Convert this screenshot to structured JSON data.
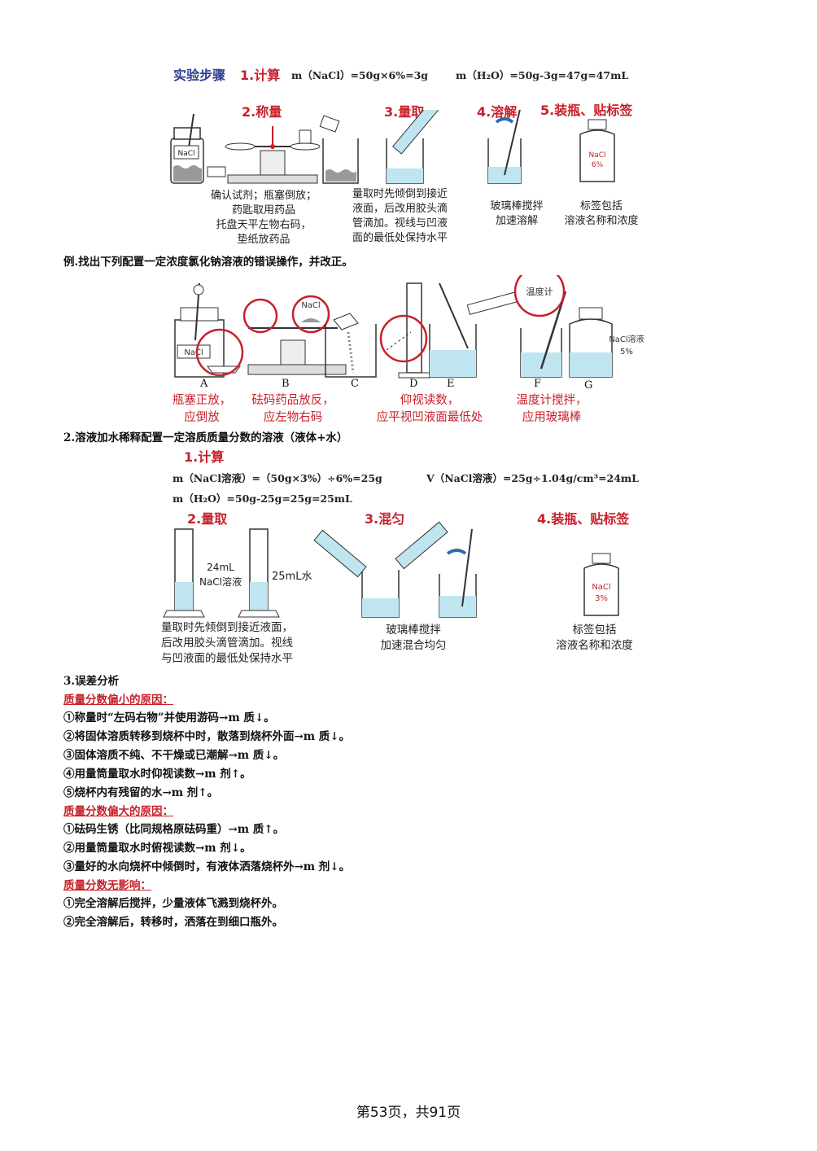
{
  "section1": {
    "title": "实验步骤",
    "steps": {
      "calc": "1.计算",
      "weigh": "2.称量",
      "measure": "3.量取",
      "dissolve": "4.溶解",
      "bottle": "5.装瓶、贴标签"
    },
    "eq_nacl": "m（NaCl）=50g×6%=3g",
    "eq_h2o": "m（H₂O）=50g-3g=47g=47mL",
    "reagent_label": "NaCl",
    "bottle_label": [
      "NaCl",
      "6%"
    ],
    "weigh_caption": [
      "确认试剂；瓶塞倒放；",
      "药匙取用药品",
      "托盘天平左物右码，",
      "垫纸放药品"
    ],
    "measure_caption": [
      "量取时先倾倒到接近",
      "液面，后改用胶头滴",
      "管滴加。视线与凹液",
      "面的最低处保持水平"
    ],
    "dissolve_caption": [
      "玻璃棒搅拌",
      "加速溶解"
    ],
    "bottle_caption": [
      "标签包括",
      "溶液名称和浓度"
    ]
  },
  "example": {
    "title": "例.找出下列配置一定浓度氯化钠溶液的错误操作，并改正。",
    "letters": [
      "A",
      "B",
      "C",
      "D",
      "E",
      "F",
      "G"
    ],
    "nacl_label": "NaCl",
    "thermo_label": "温度计",
    "bottle_label": "NaCl溶液",
    "bottle_pct": "5%",
    "fix_a": [
      "瓶塞正放，",
      "应倒放"
    ],
    "fix_b": [
      "砝码药品放反，",
      "应左物右码"
    ],
    "fix_d": [
      "仰视读数，",
      "应平视凹液面最低处"
    ],
    "fix_f": [
      "温度计搅拌，",
      "应用玻璃棒"
    ]
  },
  "section2": {
    "title": "2.溶液加水稀释配置一定溶质质量分数的溶液（液体+水）",
    "calc": "1.计算",
    "eq1": "m（NaCl溶液）=（50g×3%）÷6%=25g",
    "eq2": "V（NaCl溶液）=25g÷1.04g/cm³=24mL",
    "eq3": "m（H₂O）=50g-25g=25g=25mL",
    "measure": "2.量取",
    "mix": "3.混匀",
    "bottle": "4.装瓶、贴标签",
    "cyl1_label": [
      "24mL",
      "NaCl溶液"
    ],
    "cyl2_label": "25mL水",
    "bottle_label": [
      "NaCl",
      "3%"
    ],
    "measure_caption": [
      "量取时先倾倒到接近液面，",
      "后改用胶头滴管滴加。视线",
      "与凹液面的最低处保持水平"
    ],
    "mix_caption": [
      "玻璃棒搅拌",
      "加速混合均匀"
    ],
    "bottle_caption": [
      "标签包括",
      "溶液名称和浓度"
    ]
  },
  "section3": {
    "title": "3.误差分析",
    "small_title": "质量分数偏小的原因：",
    "small_items": [
      "①称量时“左码右物”并使用游码→m 质↓。",
      "②将固体溶质转移到烧杯中时，散落到烧杯外面→m 质↓。",
      "③固体溶质不纯、不干燥或已潮解→m 质↓。",
      "④用量筒量取水时仰视读数→m 剂↑。",
      "⑤烧杯内有残留的水→m 剂↑。"
    ],
    "large_title": "质量分数偏大的原因：",
    "large_items": [
      "①砝码生锈（比同规格原砝码重）→m 质↑。",
      "②用量筒量取水时俯视读数→m 剂↓。",
      "③量好的水向烧杯中倾倒时，有液体洒落烧杯外→m 剂↓。"
    ],
    "none_title": "质量分数无影响：",
    "none_items": [
      "①完全溶解后搅拌，少量液体飞溅到烧杯外。",
      "②完全溶解后，转移时，洒落在到细口瓶外。"
    ]
  },
  "footer": {
    "page": "第53页，共91页"
  },
  "colors": {
    "accent_red": "#c8202a",
    "title_blue": "#2d3f8f",
    "liquid": "#bfe6f0"
  }
}
